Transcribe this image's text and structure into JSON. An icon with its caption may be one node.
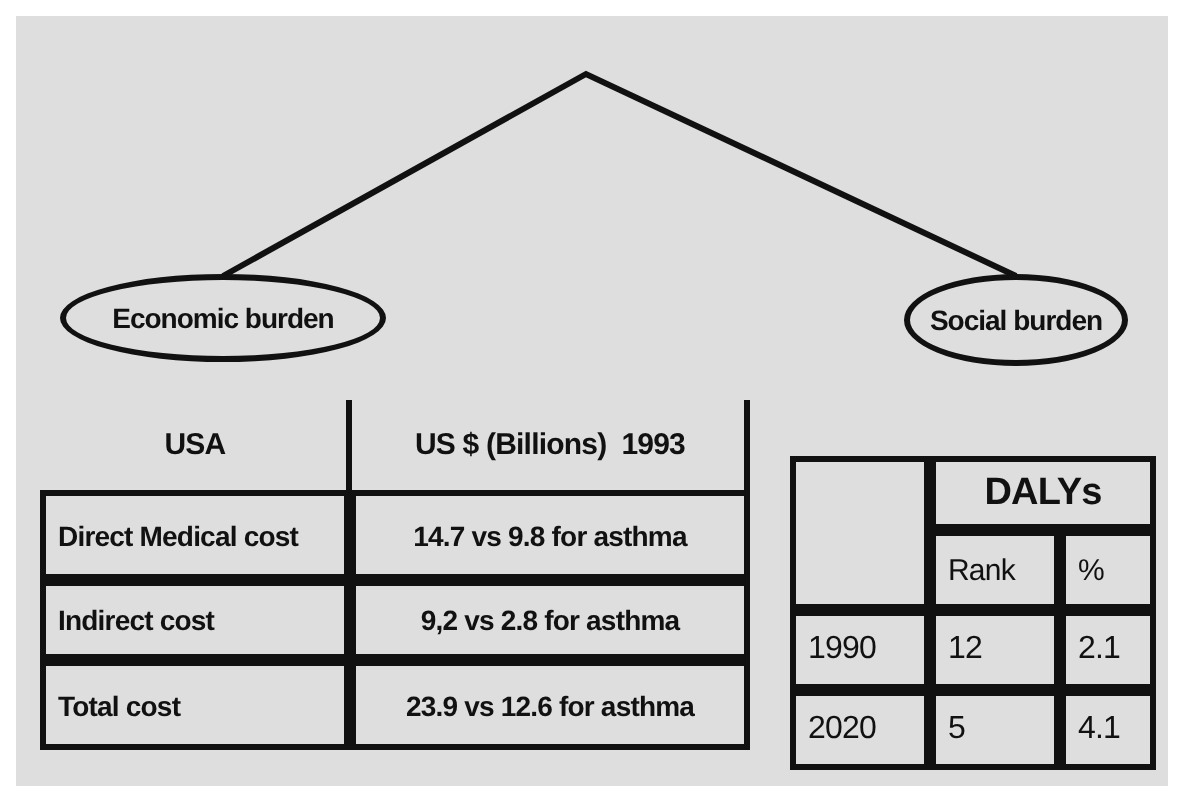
{
  "diagram": {
    "nodes": [
      {
        "text": [
          "Economic burden"
        ]
      },
      {
        "text": [
          "Social burden"
        ]
      }
    ],
    "edges": [
      {
        "from": 0,
        "to": 1,
        "arrow": "none"
      }
    ],
    "labels": [
      "USA",
      "US $ (Billions)  1993",
      "Direct Medical cost",
      "14.7 vs 9.8 for asthma",
      "Indirect cost",
      "9,2 vs 2.8 for asthma",
      "Total cost",
      "23.9 vs 12.6 for asthma",
      "DALYs",
      "Rank",
      "%",
      "1990",
      "12",
      "2.1",
      "2020",
      "5",
      "4.1"
    ]
  }
}
